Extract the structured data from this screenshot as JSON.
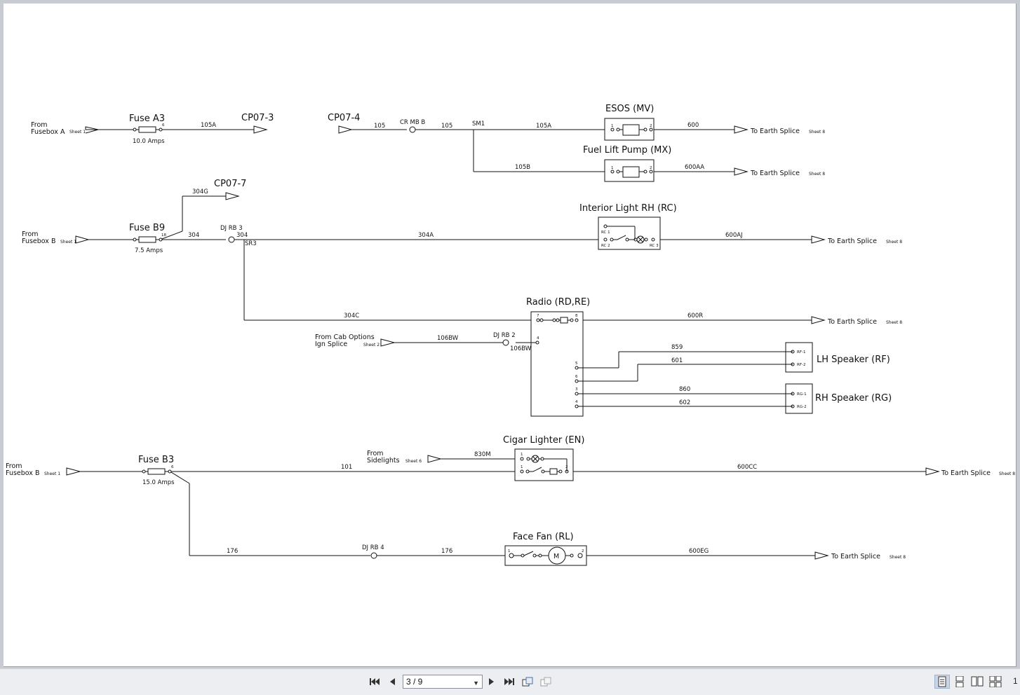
{
  "viewer": {
    "page_indicator": "3 / 9",
    "zoom_partial": "1"
  },
  "diagram": {
    "fuse_a3": {
      "label": "Fuse A3",
      "pin": "6",
      "rating": "10.0 Amps"
    },
    "fuse_b9": {
      "label": "Fuse B9",
      "pin": "18",
      "rating": "7.5 Amps"
    },
    "fuse_b3": {
      "label": "Fuse B3",
      "pin": "6",
      "rating": "15.0 Amps"
    },
    "from_fusebox_a": {
      "line1": "From",
      "line2": "Fusebox A",
      "sheet": "Sheet 1"
    },
    "from_fusebox_b1": {
      "line1": "From",
      "line2": "Fusebox B",
      "sheet": "Sheet 1"
    },
    "from_fusebox_b2": {
      "line1": "From",
      "line2": "Fusebox B",
      "sheet": "Sheet 1"
    },
    "from_cab_options": {
      "line1": "From Cab Options",
      "line2": "Ign Splice",
      "sheet": "Sheet 2"
    },
    "from_sidelights": {
      "line1": "From",
      "line2": "Sidelights",
      "sheet": "Sheet 6"
    },
    "connectors": {
      "cp07_3": "CP07-3",
      "cp07_4": "CP07-4",
      "cp07_7": "CP07-7"
    },
    "splices": {
      "cr_mb_b": "CR MB B",
      "sm1": "SM1",
      "dj_rb_3": "DJ RB 3",
      "sr3": "SR3",
      "dj_rb_2": "DJ RB 2",
      "dj_rb_4": "DJ RB 4"
    },
    "components": {
      "esos": "ESOS (MV)",
      "fuel_lift_pump": "Fuel Lift Pump (MX)",
      "interior_light": "Interior Light RH (RC)",
      "radio": "Radio (RD,RE)",
      "lh_speaker": "LH Speaker (RF)",
      "rh_speaker": "RH Speaker (RG)",
      "cigar_lighter": "Cigar Lighter (EN)",
      "face_fan": "Face Fan (RL)",
      "motor": "M"
    },
    "pins": {
      "one": "1",
      "two": "2",
      "three": "3",
      "four": "4",
      "five": "5",
      "six": "6",
      "seven": "7",
      "eight": "8",
      "rc1": "RC 1",
      "rc2": "RC 2",
      "rc3": "RC 3",
      "rf1": "RF-1",
      "rf2": "RF-2",
      "rg1": "RG-1",
      "rg2": "RG-2"
    },
    "earth": {
      "label": "To Earth Splice",
      "sheet": "Sheet 8"
    },
    "wires": {
      "w105a_top": "105A",
      "w105_a": "105",
      "w105_b": "105",
      "w105a_b": "105A",
      "w600": "600",
      "w105b": "105B",
      "w600aa": "600AA",
      "w304g": "304G",
      "w304": "304",
      "w304_splice": "304",
      "w304a": "304A",
      "w600aj": "600AJ",
      "w304c": "304C",
      "w600r": "600R",
      "w106bw": "106BW",
      "w106bw_b": "106BW",
      "w859": "859",
      "w601": "601",
      "w860": "860",
      "w602": "602",
      "w830m": "830M",
      "w101": "101",
      "w600cc": "600CC",
      "w176_a": "176",
      "w176_b": "176",
      "w600eg": "600EG"
    }
  }
}
